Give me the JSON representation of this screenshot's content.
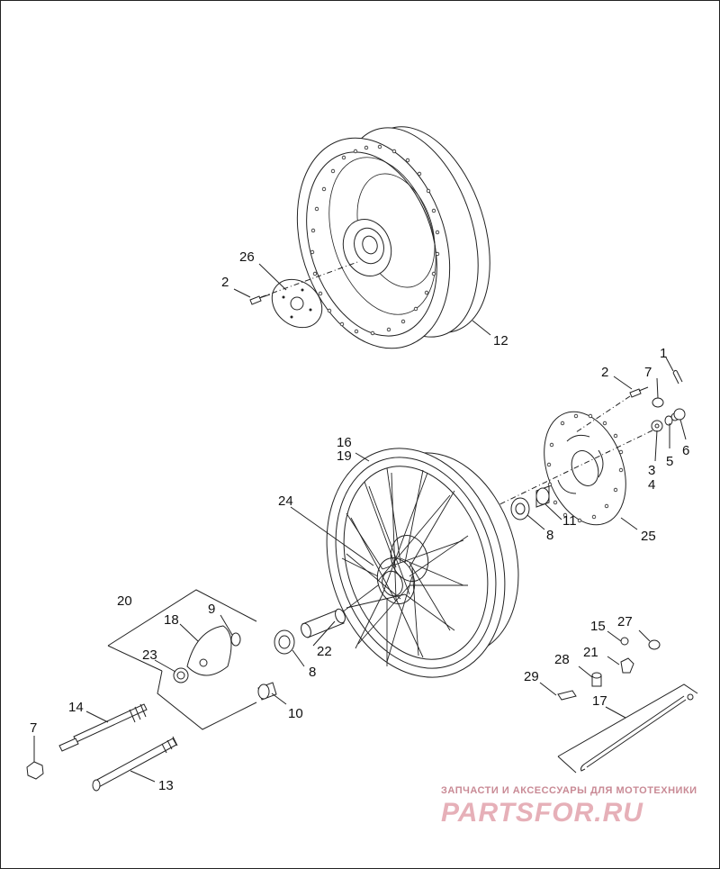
{
  "diagram": {
    "callouts": [
      {
        "id": "c26",
        "text": "26"
      },
      {
        "id": "c2a",
        "text": "2"
      },
      {
        "id": "c12",
        "text": "12"
      },
      {
        "id": "c1",
        "text": "1"
      },
      {
        "id": "c2b",
        "text": "2"
      },
      {
        "id": "c7a",
        "text": "7"
      },
      {
        "id": "c6",
        "text": "6"
      },
      {
        "id": "c5",
        "text": "5"
      },
      {
        "id": "c3",
        "text": "3"
      },
      {
        "id": "c4",
        "text": "4"
      },
      {
        "id": "c16",
        "text": "16"
      },
      {
        "id": "c19",
        "text": "19"
      },
      {
        "id": "c24",
        "text": "24"
      },
      {
        "id": "c11",
        "text": "11"
      },
      {
        "id": "c8a",
        "text": "8"
      },
      {
        "id": "c25",
        "text": "25"
      },
      {
        "id": "c20",
        "text": "20"
      },
      {
        "id": "c9",
        "text": "9"
      },
      {
        "id": "c18",
        "text": "18"
      },
      {
        "id": "c23",
        "text": "23"
      },
      {
        "id": "c22",
        "text": "22"
      },
      {
        "id": "c8b",
        "text": "8"
      },
      {
        "id": "c15",
        "text": "15"
      },
      {
        "id": "c27",
        "text": "27"
      },
      {
        "id": "c28",
        "text": "28"
      },
      {
        "id": "c21",
        "text": "21"
      },
      {
        "id": "c29",
        "text": "29"
      },
      {
        "id": "c14",
        "text": "14"
      },
      {
        "id": "c10",
        "text": "10"
      },
      {
        "id": "c17",
        "text": "17"
      },
      {
        "id": "c7b",
        "text": "7"
      },
      {
        "id": "c13",
        "text": "13"
      }
    ]
  },
  "watermark": {
    "tagline": "ЗАПЧАСТИ И АКСЕССУАРЫ ДЛЯ МОТОТЕХНИКИ",
    "brand": "PARTSFOR.RU",
    "color": "#e6b0b8"
  }
}
